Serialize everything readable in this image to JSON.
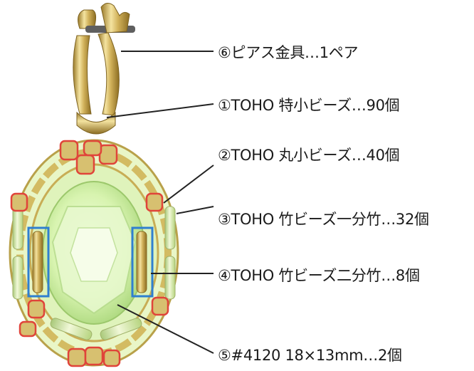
{
  "labels": {
    "earring_hook": "⑥ピアス金具…1ペア",
    "tiny_beads": "①TOHO 特小ビーズ…90個",
    "small_round_beads": "②TOHO 丸小ビーズ…40個",
    "one_bugle": "③TOHO 竹ビーズ一分竹…32個",
    "two_bugle": "④TOHO 竹ビーズ二分竹…8個",
    "stone": "⑤#4120 18×13mm…2個"
  },
  "colors": {
    "gold": "#c9a845",
    "gold_light": "#f4e3a0",
    "stone_green": "#d8f4b0",
    "highlight_red": "#e0443a",
    "highlight_blue": "#2f7fd0",
    "leader_line": "#222222"
  }
}
